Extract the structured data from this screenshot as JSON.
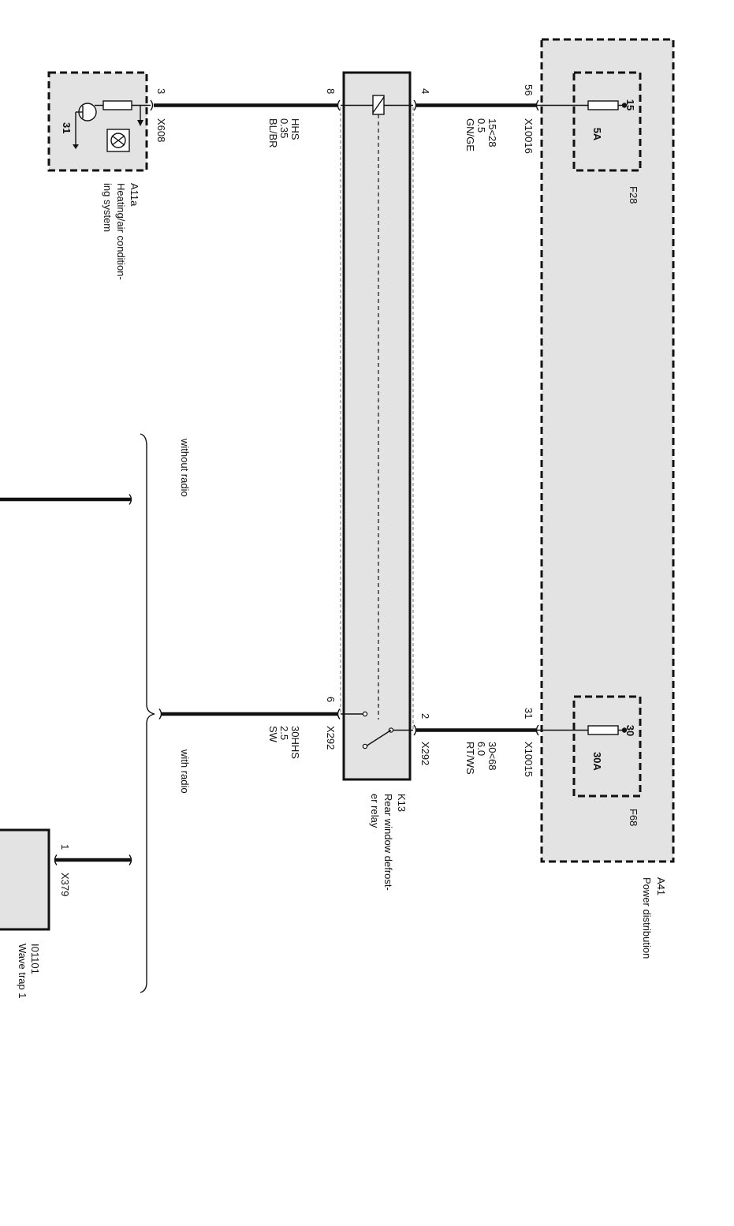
{
  "components": {
    "a41": {
      "id": "A41",
      "name": "Power distribution"
    },
    "f28": {
      "id": "F28",
      "pin": "15",
      "rating": "5A"
    },
    "f68": {
      "id": "F68",
      "pin": "30",
      "rating": "30A"
    },
    "k13": {
      "id": "K13",
      "name_line1": "Rear window defrost-",
      "name_line2": "er relay"
    },
    "a11a": {
      "id": "A11a",
      "name_line1": "Heating/air condition-",
      "name_line2": "ing system",
      "ground_pin": "31"
    },
    "i01101": {
      "id": "I01101",
      "name": "Wave trap 1"
    }
  },
  "connectors": {
    "x10016": "X10016",
    "x10015": "X10015",
    "x608": "X608",
    "x292_left": "X292",
    "x292_right": "X292",
    "x379": "X379"
  },
  "pins": {
    "a41_top": "56",
    "a41_bottom": "31",
    "k13_right_top": "4",
    "k13_right_bottom": "2",
    "k13_left_top": "8",
    "k13_left_bottom": "6",
    "a11a": "3",
    "i01101": "1"
  },
  "wires": {
    "w15_28": {
      "circuit": "15<28",
      "size": "0.5",
      "color": "GN/GE"
    },
    "w30_68": {
      "circuit": "30<68",
      "size": "6.0",
      "color": "RT/WS"
    },
    "whhs": {
      "circuit": "HHS",
      "size": "0.35",
      "color": "BL/BR"
    },
    "w30hhs": {
      "circuit": "30HHS",
      "size": "2.5",
      "color": "SW"
    }
  },
  "options": {
    "without_radio": "without radio",
    "with_radio": "with radio"
  }
}
